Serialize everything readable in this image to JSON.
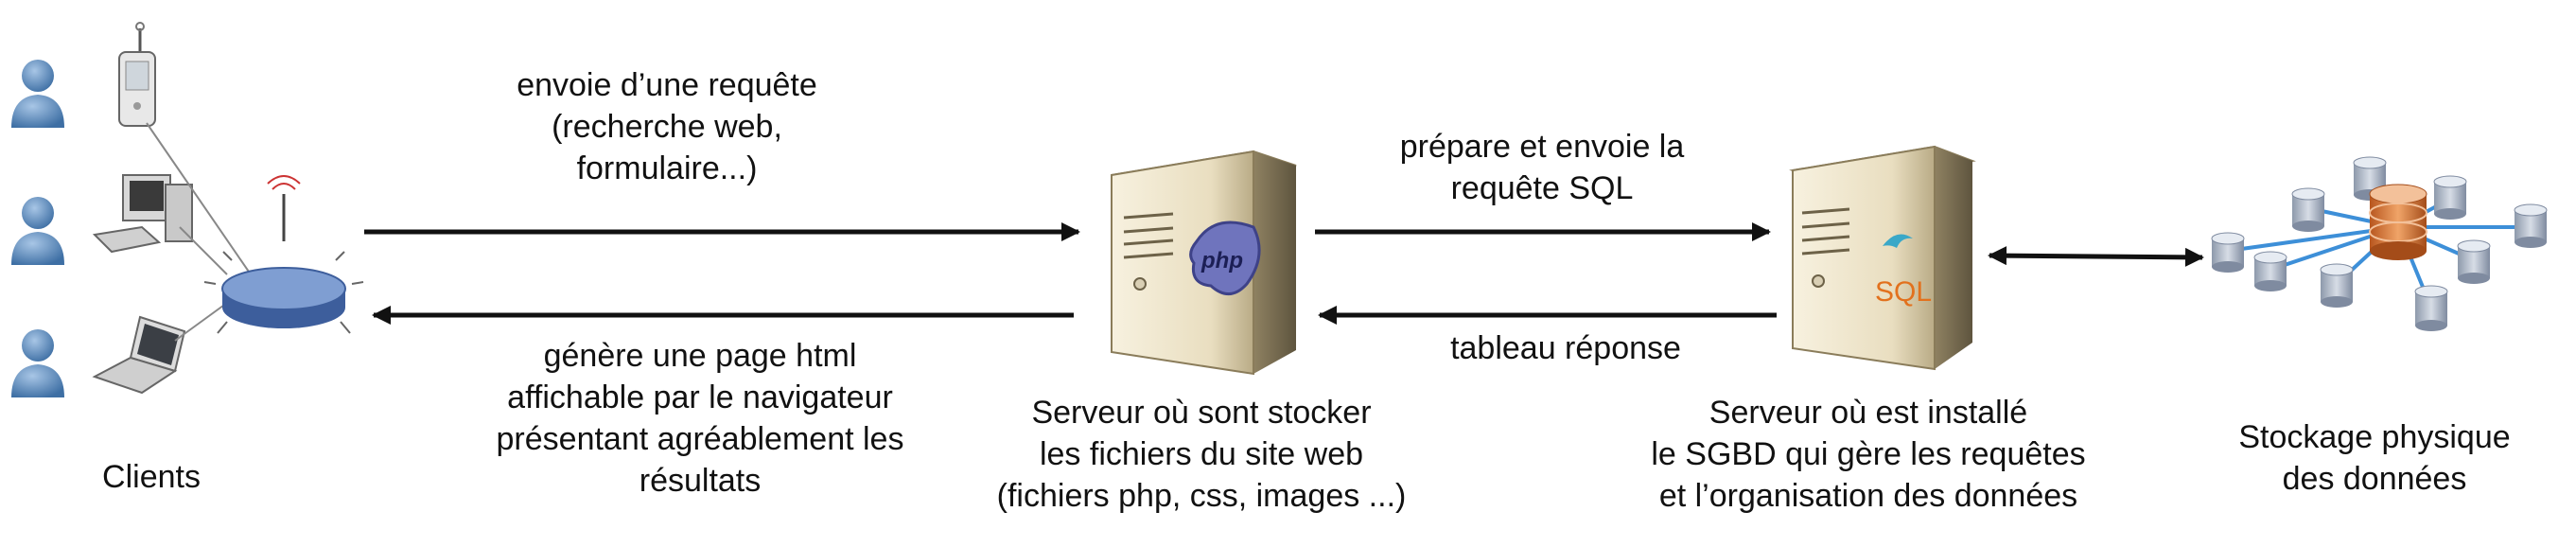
{
  "labels": {
    "clients": "Clients",
    "request": [
      "envoie d’une requête",
      "(recherche web,",
      "formulaire...)"
    ],
    "response_html": [
      "génère une page html",
      "affichable par le navigateur",
      "présentant agréablement les",
      "résultats"
    ],
    "web_server": [
      "Serveur où sont stocker",
      "les fichiers du site web",
      "(fichiers php, css, images ...)"
    ],
    "sql_request": [
      "prépare et envoie la",
      "requête SQL"
    ],
    "table_response": "tableau réponse",
    "db_server": [
      "Serveur où est installé",
      "le SGBD qui gère les requêtes",
      "et l’organisation des données"
    ],
    "storage": [
      "Stockage physique",
      "des données"
    ]
  },
  "icons": {
    "php_logo": "php",
    "sql_logo": "SQL"
  },
  "colors": {
    "arrow": "#111111",
    "user_blue": "#4a7fb6",
    "router_blue": "#5b7db8",
    "server_body": "#efe6cf",
    "php_purple": "#5a5ea8",
    "sql_orange": "#e2711d",
    "db_disk": "#aab4c4",
    "db_center": "#d9793a",
    "db_link": "#3d8fd8"
  }
}
